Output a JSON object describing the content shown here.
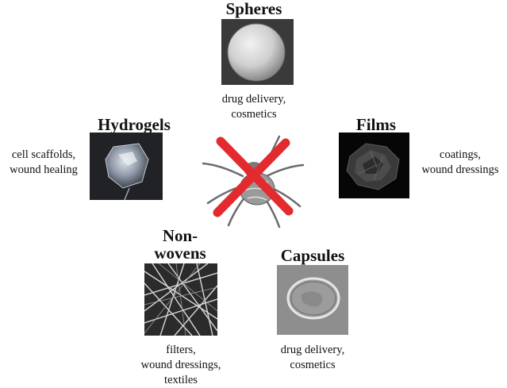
{
  "items": {
    "spheres": {
      "title": "Spheres",
      "desc": [
        "drug delivery,",
        "cosmetics"
      ]
    },
    "hydrogels": {
      "title": "Hydrogels",
      "desc": [
        "cell scaffolds,",
        "wound healing"
      ]
    },
    "films": {
      "title": "Films",
      "desc": [
        "coatings,",
        "wound dressings"
      ]
    },
    "nonwovens": {
      "title": [
        "Non-",
        "wovens"
      ],
      "desc": [
        "filters,",
        "wound dressings,",
        "textiles"
      ]
    },
    "capsules": {
      "title": "Capsules",
      "desc": [
        "drug delivery,",
        "cosmetics"
      ]
    }
  },
  "colors": {
    "cross": "#e32a2e",
    "text": "#111111"
  },
  "icons": {
    "center": "spider-icon",
    "overlay": "red-cross-icon"
  }
}
